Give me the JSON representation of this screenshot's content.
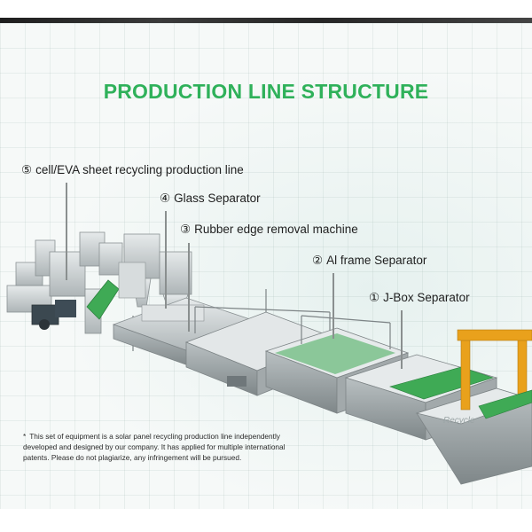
{
  "title": "PRODUCTION LINE STRUCTURE",
  "labels": [
    {
      "num": "⑤",
      "text": "cell/EVA sheet recycling production line"
    },
    {
      "num": "④",
      "text": "Glass Separator"
    },
    {
      "num": "③",
      "text": "Rubber edge removal machine"
    },
    {
      "num": "②",
      "text": "Al frame Separator"
    },
    {
      "num": "①",
      "text": "J-Box Separator"
    }
  ],
  "note": {
    "bullet": "*",
    "text": "This set of equipment is a solar panel recycling production line independently developed and designed by our company. It has applied for multiple international patents. Please do not plagiarize, any infringement will be pursued."
  },
  "watermark": "Recycle",
  "colors": {
    "title": "#2fb15a",
    "machine_steel": "#c9cfd1",
    "machine_frame": "#7d8486",
    "conveyor_green": "#3faa55",
    "gantry_yellow": "#e9a11c"
  }
}
